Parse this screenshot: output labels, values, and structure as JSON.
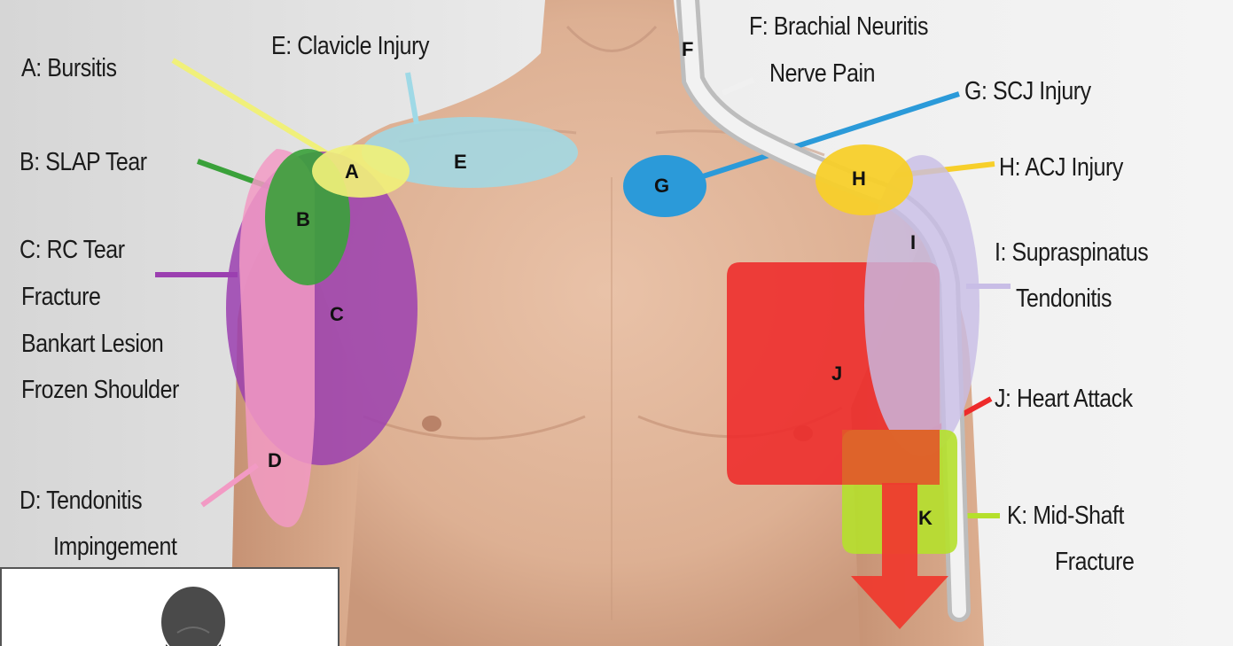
{
  "labels": {
    "a": "A: Bursitis",
    "b": "B: SLAP Tear",
    "c1": "C: RC Tear",
    "c2": "Fracture",
    "c3": "Bankart Lesion",
    "c4": "Frozen Shoulder",
    "d1": "D: Tendonitis",
    "d2": "Impingement",
    "e": "E: Clavicle Injury",
    "f1": "F: Brachial Neuritis",
    "f2": "Nerve Pain",
    "g": "G: SCJ Injury",
    "h": "H: ACJ Injury",
    "i1": "I: Supraspinatus",
    "i2": "Tendonitis",
    "j": "J: Heart Attack",
    "k1": "K: Mid-Shaft",
    "k2": "Fracture"
  },
  "markers": {
    "a": "A",
    "b": "B",
    "c": "C",
    "d": "D",
    "e": "E",
    "f": "F",
    "g": "G",
    "h": "H",
    "i": "I",
    "j": "J",
    "k": "K"
  },
  "colors": {
    "a": "#f0f07a",
    "b": "#3aa13a",
    "c": "#9b3fb0",
    "d": "#f29ac4",
    "e": "#9fd9e6",
    "f": "#e9e9e9",
    "g": "#2b9ad9",
    "h": "#f7cf2a",
    "i": "#c8bde6",
    "j": "#ee2a2a",
    "k": "#b5e02c"
  }
}
